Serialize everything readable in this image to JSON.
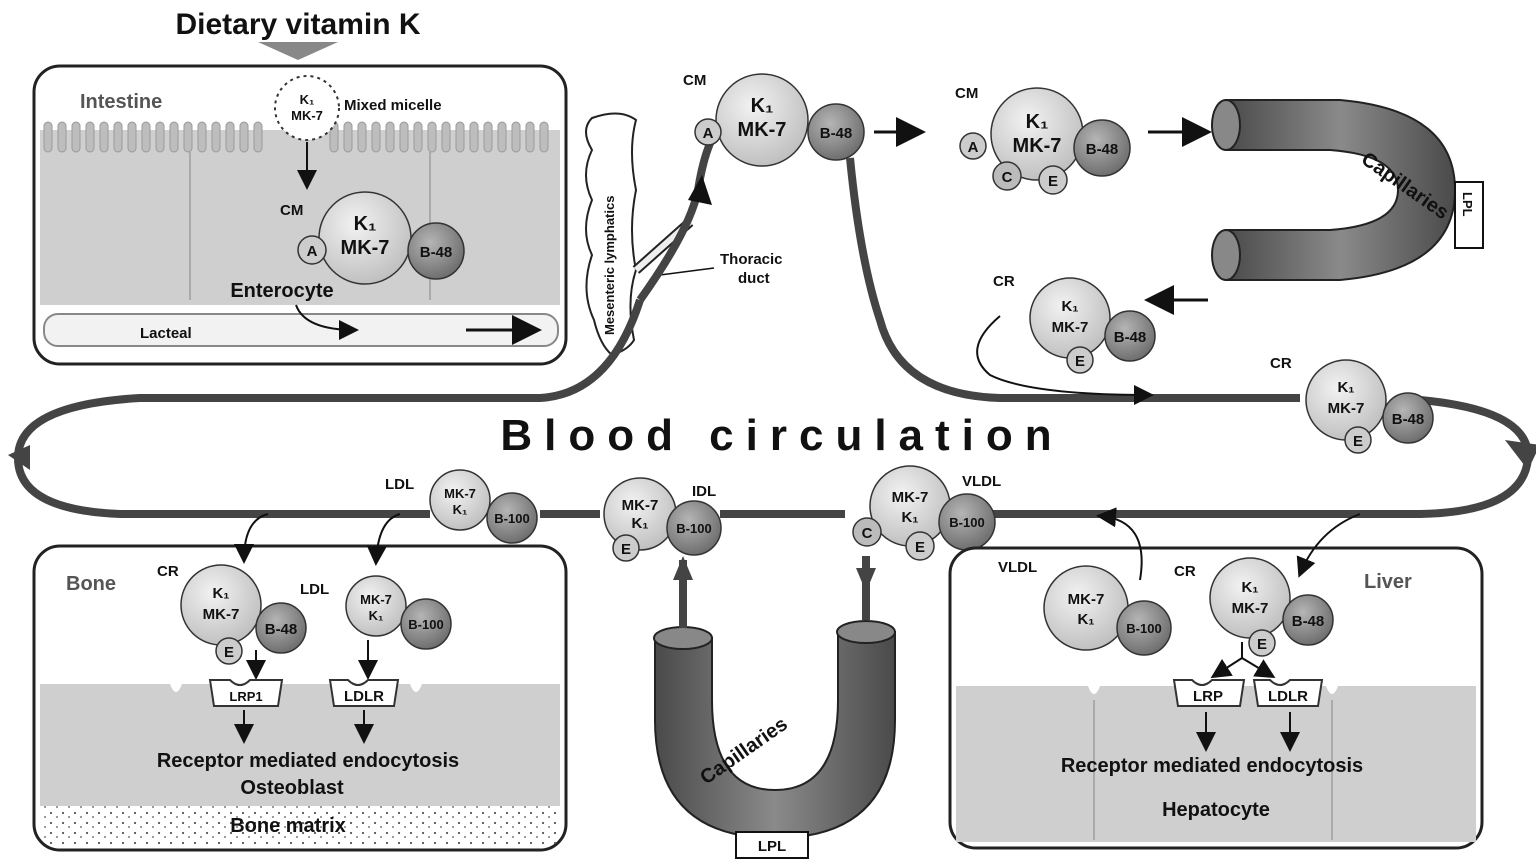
{
  "title": "Dietary vitamin K",
  "blood": "Blood circulation",
  "intestine": {
    "label": "Intestine",
    "micelle": "Mixed micelle",
    "micelle_k1": "K₁",
    "micelle_mk7": "MK-7",
    "cm": "CM",
    "enterocyte": "Enterocyte",
    "lacteal": "Lacteal"
  },
  "lymph": {
    "mesenteric": "Mesenteric lymphatics",
    "thoracic_1": "Thoracic",
    "thoracic_2": "duct"
  },
  "particles": {
    "k1": "K₁",
    "mk7": "MK-7",
    "b48": "B-48",
    "b100": "B-100",
    "a": "A",
    "c": "C",
    "e": "E",
    "cm": "CM",
    "cr": "CR",
    "vldl": "VLDL",
    "ldl": "LDL",
    "idl": "IDL"
  },
  "capillaries": {
    "label": "Capillaries",
    "lpl": "LPL"
  },
  "bone": {
    "label": "Bone",
    "lrp1": "LRP1",
    "ldlr": "LDLR",
    "endocytosis": "Receptor mediated endocytosis",
    "osteoblast": "Osteoblast",
    "matrix": "Bone matrix"
  },
  "liver": {
    "label": "Liver",
    "lrp": "LRP",
    "ldlr": "LDLR",
    "endocytosis": "Receptor mediated endocytosis",
    "hepatocyte": "Hepatocyte"
  }
}
